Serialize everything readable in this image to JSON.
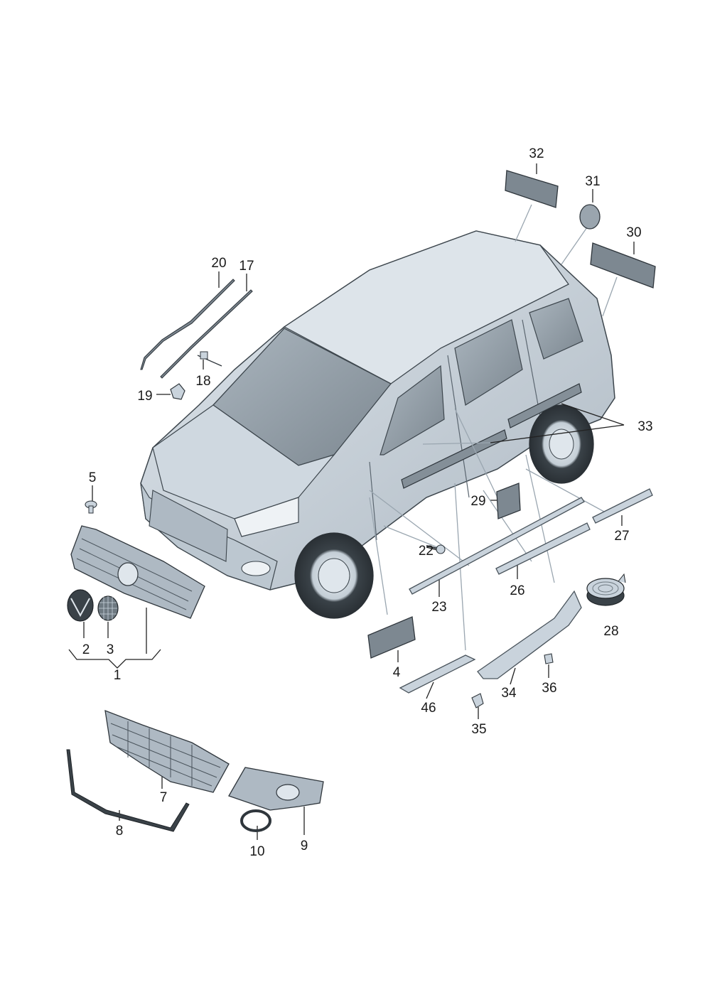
{
  "callouts": [
    {
      "id": "c1",
      "text": "1"
    },
    {
      "id": "c2",
      "text": "2"
    },
    {
      "id": "c3",
      "text": "3"
    },
    {
      "id": "c4",
      "text": "4"
    },
    {
      "id": "c5",
      "text": "5"
    },
    {
      "id": "c7",
      "text": "7"
    },
    {
      "id": "c8",
      "text": "8"
    },
    {
      "id": "c9",
      "text": "9"
    },
    {
      "id": "c10",
      "text": "10"
    },
    {
      "id": "c17",
      "text": "17"
    },
    {
      "id": "c18",
      "text": "18"
    },
    {
      "id": "c19",
      "text": "19"
    },
    {
      "id": "c20",
      "text": "20"
    },
    {
      "id": "c22",
      "text": "22"
    },
    {
      "id": "c23",
      "text": "23"
    },
    {
      "id": "c26",
      "text": "26"
    },
    {
      "id": "c27",
      "text": "27"
    },
    {
      "id": "c28",
      "text": "28"
    },
    {
      "id": "c29",
      "text": "29"
    },
    {
      "id": "c30",
      "text": "30"
    },
    {
      "id": "c31",
      "text": "31"
    },
    {
      "id": "c32",
      "text": "32"
    },
    {
      "id": "c33",
      "text": "33"
    },
    {
      "id": "c34",
      "text": "34"
    },
    {
      "id": "c35",
      "text": "35"
    },
    {
      "id": "c36",
      "text": "36"
    },
    {
      "id": "c46",
      "text": "46"
    }
  ],
  "colors": {
    "body_light": "#c9d3dc",
    "body_mid": "#aab6c0",
    "glass": "#8e9aa4",
    "strip": "#848f98",
    "outline": "#3d464d",
    "leader": "#9aa6b0"
  }
}
